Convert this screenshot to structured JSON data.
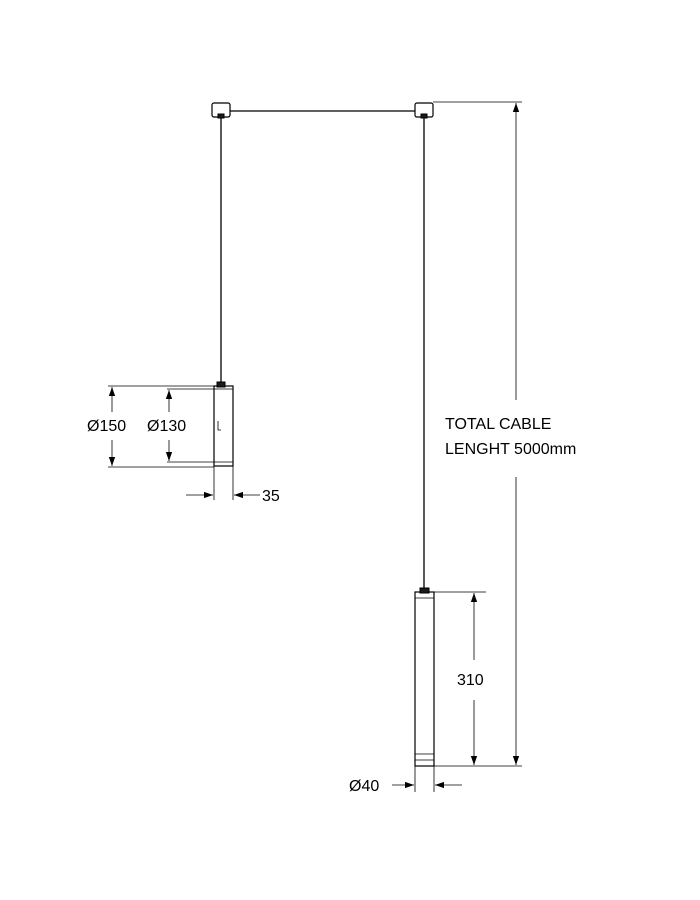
{
  "dimensions": {
    "lamp_diameter_outer": "Ø150",
    "lamp_diameter_inner": "Ø130",
    "lamp_depth": "35",
    "tube_length": "310",
    "tube_diameter": "Ø40",
    "total_cable_line1": "TOTAL CABLE",
    "total_cable_line2": "LENGHT 5000mm"
  }
}
